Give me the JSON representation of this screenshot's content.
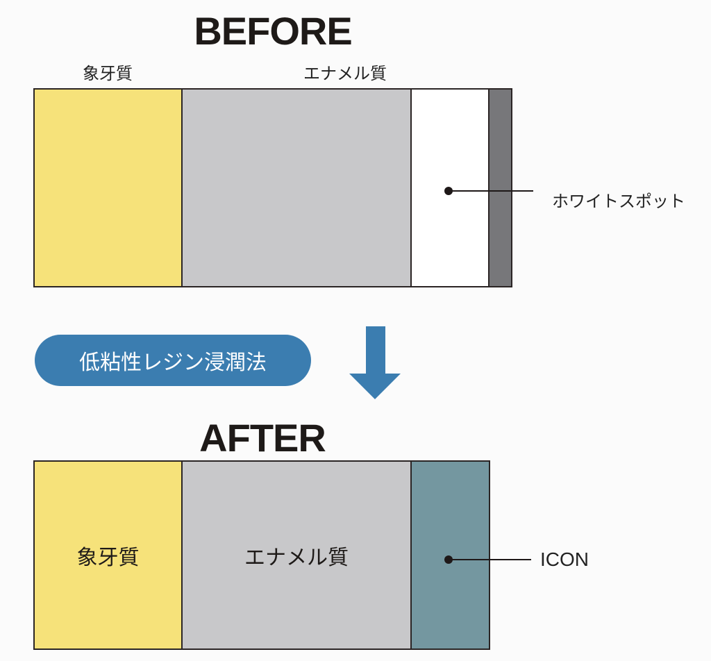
{
  "before": {
    "title": "BEFORE",
    "label_dentin": "象牙質",
    "label_enamel": "エナメル質",
    "callout": "ホワイトスポット"
  },
  "process": {
    "label": "低粘性レジン浸潤法"
  },
  "after": {
    "title": "AFTER",
    "label_dentin": "象牙質",
    "label_enamel": "エナメル質",
    "callout": "ICON"
  },
  "colors": {
    "dentin": "#f6e27a",
    "enamel": "#c8c8ca",
    "white_spot": "#ffffff",
    "surface": "#77777a",
    "icon": "#7497a0",
    "accent": "#3b7db0"
  }
}
